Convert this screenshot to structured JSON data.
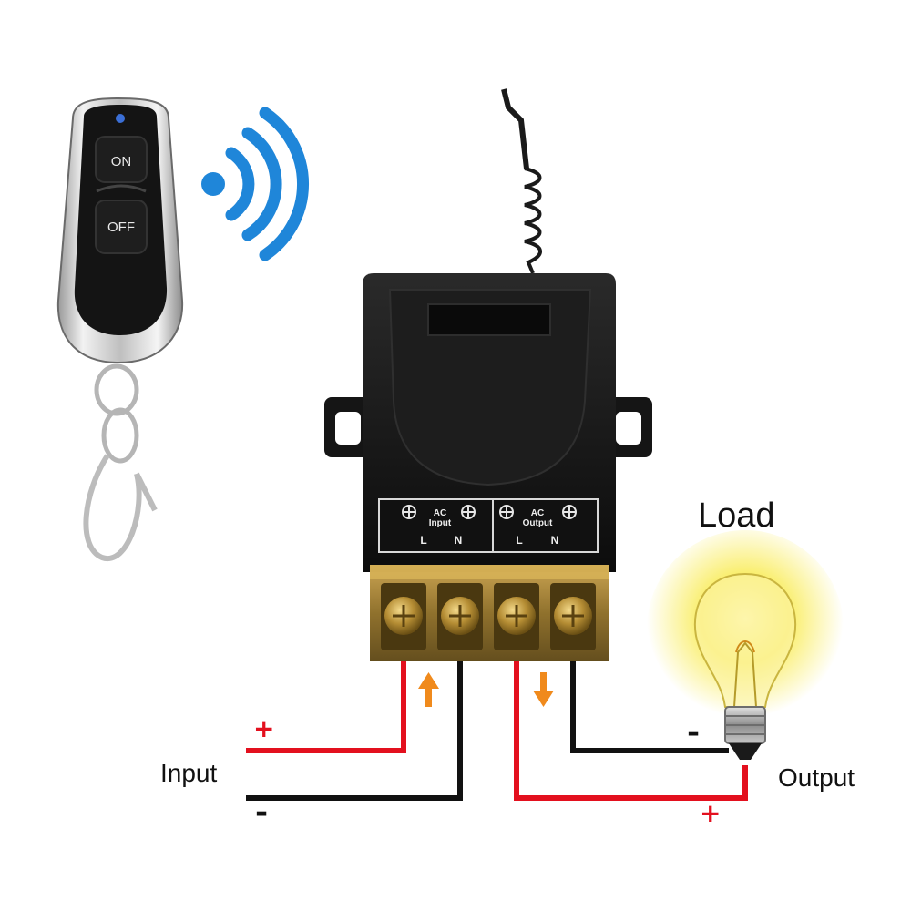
{
  "remote": {
    "on_label": "ON",
    "off_label": "OFF"
  },
  "module": {
    "input_group": {
      "title": "AC",
      "subtitle": "Input",
      "left": "L",
      "right": "N"
    },
    "output_group": {
      "title": "AC",
      "subtitle": "Output",
      "left": "L",
      "right": "N"
    }
  },
  "labels": {
    "load": "Load",
    "input": "Input",
    "output": "Output",
    "input_plus": "+",
    "input_minus": "-",
    "output_plus": "+",
    "output_minus": "-"
  },
  "colors": {
    "positive_wire": "#e3101e",
    "negative_wire": "#111111",
    "arrow": "#f08a1c",
    "signal": "#1f86d9",
    "bulb_glow": "#f7e84a"
  },
  "icons": [
    "wireless-signal-icon",
    "arrow-up-icon",
    "arrow-down-icon",
    "light-bulb-icon"
  ]
}
